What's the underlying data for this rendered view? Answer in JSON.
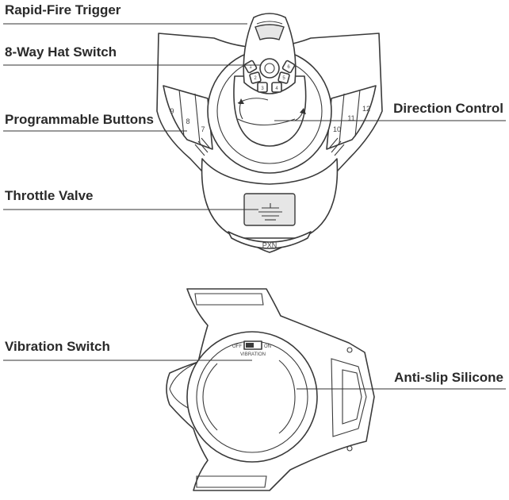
{
  "top_view": {
    "labels": {
      "rapid_fire_trigger": "Rapid-Fire Trigger",
      "hat_switch": "8-Way Hat Switch",
      "programmable_buttons": "Programmable Buttons",
      "direction_control": "Direction Control",
      "throttle_valve": "Throttle Valve"
    },
    "buttons": {
      "left": [
        "9",
        "8",
        "7"
      ],
      "right": [
        "10",
        "11",
        "12"
      ],
      "hat": [
        "1",
        "2",
        "3",
        "4",
        "5",
        "6"
      ]
    },
    "brand_logo": "PXN"
  },
  "bottom_view": {
    "labels": {
      "vibration_switch": "Vibration Switch",
      "anti_slip_silicone": "Anti-slip Silicone"
    },
    "switch": {
      "off": "OFF",
      "on": "ON",
      "caption": "VIBRATION"
    }
  }
}
